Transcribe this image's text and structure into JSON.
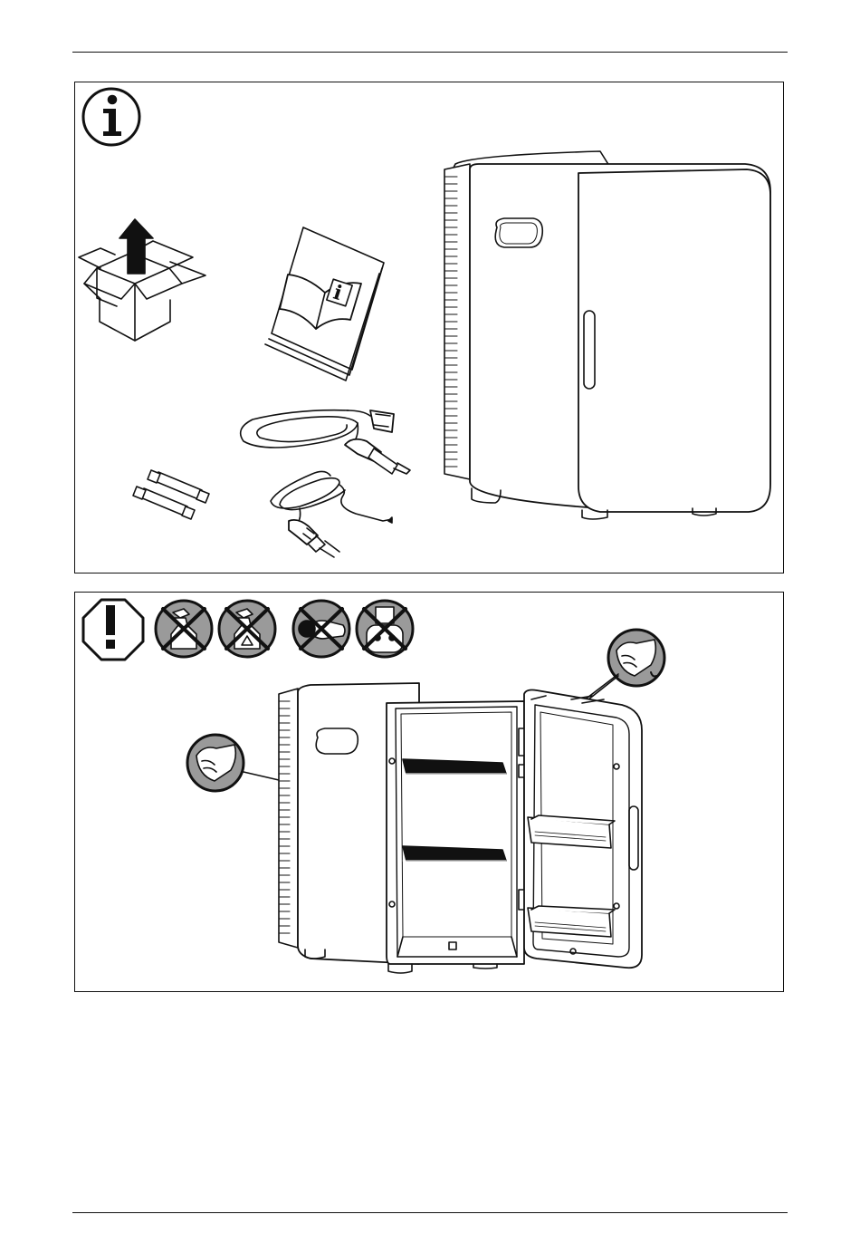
{
  "document": {
    "type": "instruction manual illustration page",
    "panels": [
      {
        "id": "contents",
        "icon": "info-icon",
        "items": [
          "unpack-box-icon",
          "manual-booklet-icon",
          "fuse-pair",
          "dc-car-cable",
          "ac-mains-cable",
          "mini-fridge"
        ],
        "manual_badge_text": "i"
      },
      {
        "id": "cleaning",
        "icons": [
          "warning-octagon-icon",
          "no-spray-cleaner-icon",
          "no-abrasive-cleaner-icon",
          "no-pressure-washer-icon",
          "unplug-mains-icon",
          "wipe-cloth-icon"
        ],
        "warning_symbol": "!"
      }
    ],
    "colors": {
      "ink": "#111111",
      "paper": "#ffffff",
      "fill_grey": "#9a9a9a",
      "light_grey": "#d0d0d0"
    }
  }
}
